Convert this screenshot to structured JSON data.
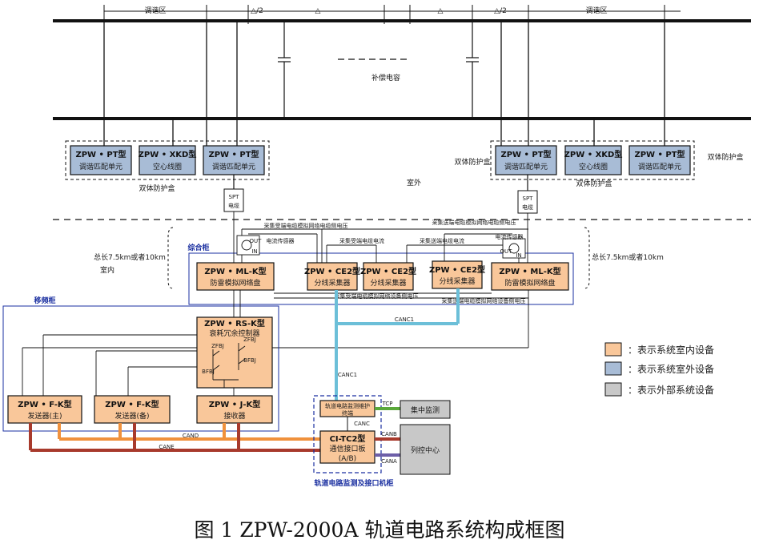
{
  "caption": "图 1 ZPW-2000A 轨道电路系统构成框图",
  "dims": {
    "tune_left": "调谐区",
    "tune_right": "调谐区",
    "delta_half_left": "△/2",
    "delta_left": "△",
    "delta_right": "△",
    "delta_half_right": "△/2"
  },
  "labels": {
    "comp_cap": "补偿电容",
    "outdoor": "室外",
    "indoor": "室内",
    "dual_box_left": "双体防护盒",
    "dual_box_right_a": "双体防护盒",
    "dual_box_right_b": "双体防护盒",
    "dual_box_right_c": "双体防护盒",
    "total_len_left": "总长7.5km或者10km",
    "total_len_right": "总长7.5km或者10km",
    "spt_left": [
      "SPT",
      "电缆"
    ],
    "spt_right": [
      "SPT",
      "电缆"
    ],
    "cab_comp": "综合柜",
    "cab_freq": "移频柜",
    "cab_mon": "轨道电路监测及接口机柜",
    "sig_recv_cable_v": "采集受端电缆模拟网络电缆侧电压",
    "sig_send_cable_v": "采集送端电缆模拟网络电缆侧电压",
    "sig_recv_cable_i": "采集受端电缆电流",
    "sig_send_cable_i": "采集送端电缆电流",
    "sig_recv_dev_v": "采集受端电缆模拟网络设备侧电压",
    "sig_send_dev_v": "采集送端电缆模拟网络设备侧电压",
    "ct_left": "电流传感器",
    "ct_right": "电流传感器",
    "out_left": "OUT",
    "in_left": "IN",
    "out_right": "OUT",
    "in_right": "IN",
    "canc1_h": "CANC1",
    "canc1_v": "CANC1",
    "canc": "CANC",
    "cand": "CAND",
    "cane": "CANE",
    "canb": "CANB",
    "cana": "CANA",
    "tcp": "TCP",
    "zfbj_1": "ZFBJ",
    "zfbj_2": "ZFBJ",
    "bfbj_1": "BFBJ",
    "bfbj_2": "BFBJ"
  },
  "boxes": {
    "pt_l1": [
      "ZPW • PT型",
      "调谐匹配单元"
    ],
    "xkd_l": [
      "ZPW • XKD型",
      "空心线圈"
    ],
    "pt_l2": [
      "ZPW • PT型",
      "调谐匹配单元"
    ],
    "pt_r1": [
      "ZPW • PT型",
      "调谐匹配单元"
    ],
    "xkd_r": [
      "ZPW • XKD型",
      "空心线圈"
    ],
    "pt_r2": [
      "ZPW • PT型",
      "调谐匹配单元"
    ],
    "ml_l": [
      "ZPW • ML-K型",
      "防雷模拟网络盘"
    ],
    "ce_1": [
      "ZPW • CE2型",
      "分线采集器"
    ],
    "ce_2": [
      "ZPW • CE2型",
      "分线采集器"
    ],
    "ce_3": [
      "ZPW • CE2型",
      "分线采集器"
    ],
    "ml_r": [
      "ZPW • ML-K型",
      "防雷模拟网络盘"
    ],
    "rs": [
      "ZPW • RS-K型",
      "衰耗冗余控制器"
    ],
    "fk_main": [
      "ZPW • F-K型",
      "发送器(主)"
    ],
    "fk_bak": [
      "ZPW • F-K型",
      "发送器(备)"
    ],
    "jk": [
      "ZPW • J-K型",
      "接收器"
    ],
    "mon": [
      "轨道电路监测维护",
      "终端"
    ],
    "ci": [
      "CI-TC2型",
      "通信接口板",
      "(A/B)"
    ],
    "central": "集中监测",
    "train_ctrl": "列控中心"
  },
  "legend": [
    {
      "text": "：表示系统室内设备",
      "color": "#f9c79a"
    },
    {
      "text": "：表示系统室外设备",
      "color": "#a8bcd6"
    },
    {
      "text": "：表示外部系统设备",
      "color": "#c8c8c8"
    }
  ],
  "colors": {
    "indoor": "#f9c79a",
    "outdoor": "#a8bcd6",
    "external": "#c8c8c8",
    "can_blue": "#6cbfd8",
    "can_orange": "#f0913c",
    "can_red": "#a83a2c",
    "tcp_green": "#5aa83a",
    "cab_blue": "#1a2fa0"
  }
}
